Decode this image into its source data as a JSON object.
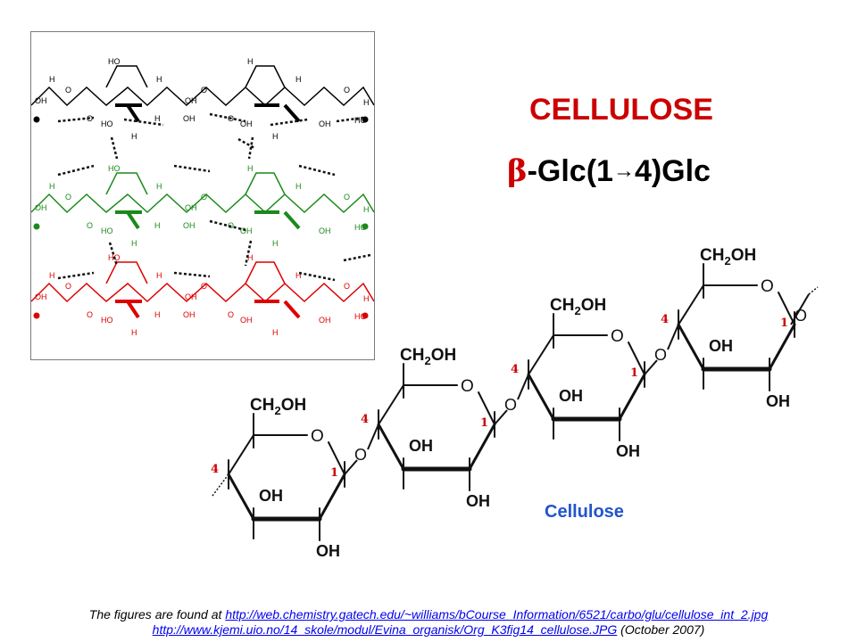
{
  "title": "CELLULOSE",
  "subtitle": {
    "beta": "β",
    "prefix": "-Glc(1",
    "arrow": "→",
    "suffix": "4)Glc"
  },
  "diagram_label": "Cellulose",
  "atoms": {
    "ring_o": "O",
    "oh": "OH",
    "ho": "HO",
    "h": "H",
    "ch2oh_main": "CH",
    "ch2oh_sub": "2",
    "ch2oh_tail": "OH",
    "pos4": "4",
    "pos1": "1"
  },
  "footer": {
    "line1_text": "The figures are found at ",
    "line1_link": "http://web.chemistry.gatech.edu/~williams/bCourse_Information/6521/carbo/glu/cellulose_int_2.jpg",
    "line2_link": "http://www.kjemi.uio.no/14_skole/modul/Evina_organisk/Org_K3fig14_cellulose.JPG",
    "line2_text": " (October 2007)"
  },
  "colors": {
    "title": "#cc0000",
    "strand_top": "#000000",
    "strand_mid": "#1a8a1a",
    "strand_bot": "#dd0000",
    "position_numbers": "#cc0000",
    "label_blue": "#2255cc"
  }
}
